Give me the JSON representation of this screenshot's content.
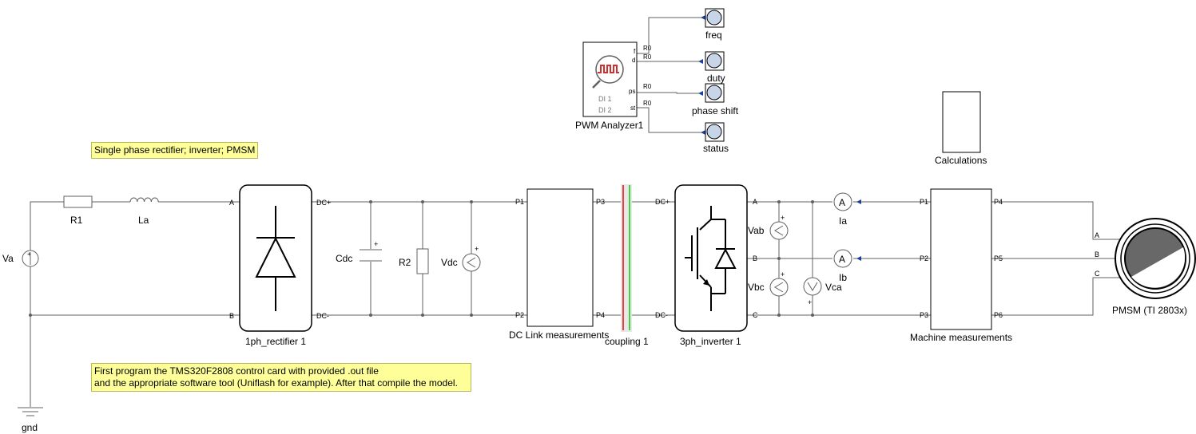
{
  "notes": {
    "top": "Single phase rectifier; inverter; PMSM",
    "bottom_line1": "First program the TMS320F2808 control card with provided .out file",
    "bottom_line2": "and the appropriate software tool (Uniflash for example). After that compile the model."
  },
  "components": {
    "va": "Va",
    "gnd": "gnd",
    "r1": "R1",
    "la": "La",
    "rectifier": "1ph_rectifier 1",
    "cdc": "Cdc",
    "r2": "R2",
    "vdc": "Vdc",
    "dc_link": "DC Link measurements",
    "coupling": "coupling 1",
    "inverter": "3ph_inverter 1",
    "vab": "Vab",
    "vbc": "Vbc",
    "vca": "Vca",
    "ia": "Ia",
    "ib": "Ib",
    "machine_meas": "Machine measurements",
    "calculations": "Calculations",
    "pmsm": "PMSM (TI 2803x)",
    "pwm_analyzer": "PWM Analyzer1"
  },
  "ports": {
    "rect_a": "A",
    "rect_b": "B",
    "rect_dcp": "DC+",
    "rect_dcm": "DC-",
    "dcl_p1": "P1",
    "dcl_p2": "P2",
    "dcl_p3": "P3",
    "dcl_p4": "P4",
    "inv_dcp": "DC+",
    "inv_dcm": "DC-",
    "inv_a": "A",
    "inv_b": "B",
    "inv_c": "C",
    "mm_p1": "P1",
    "mm_p2": "P2",
    "mm_p3": "P3",
    "mm_p4": "P4",
    "mm_p5": "P5",
    "mm_p6": "P6",
    "pm_a": "A",
    "pm_b": "B",
    "pm_c": "C",
    "pwm_f": "f",
    "pwm_d": "d",
    "pwm_ps": "ps",
    "pwm_st": "st",
    "pwm_di1": "DI 1",
    "pwm_di2": "DI 2",
    "r0": "R0"
  },
  "probes": [
    "freq",
    "duty",
    "phase shift",
    "status"
  ],
  "meter_glyphs": {
    "ammeter": "A"
  },
  "colors": {
    "wire": "#606060",
    "block_border": "#000000",
    "note_bg": "#ffff99",
    "coupling_red": "#e84040",
    "coupling_green": "#40d040",
    "probe_fill": "#c8d4e8",
    "pwm_icon": "#d03030"
  }
}
